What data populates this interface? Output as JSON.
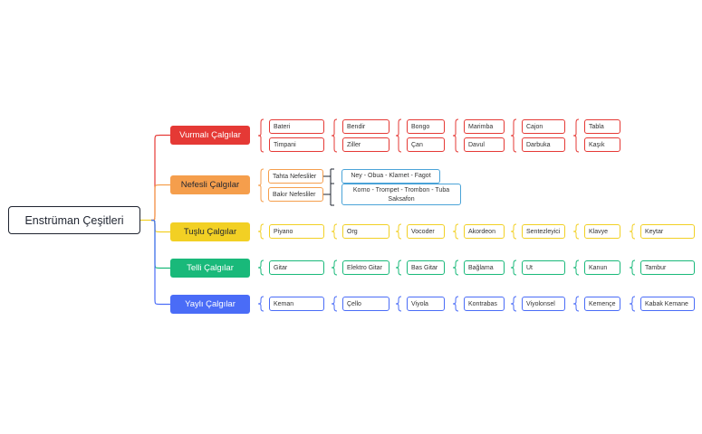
{
  "root": {
    "label": "Enstrüman Çeşitleri"
  },
  "colors": {
    "vurmali": "#e53935",
    "nefesli": "#f59e4c",
    "tuslu": "#f2d024",
    "telli": "#19b97a",
    "yayli": "#4a6cf7",
    "nefesli_sub": "#4aa3d8",
    "nefesli_bracket": "#1f2430"
  },
  "categories": [
    {
      "key": "vurmali",
      "label": "Vurmalı Çalgılar",
      "rows": [
        [
          "Bateri",
          "Bendir",
          "Bongo",
          "Marimba",
          "Cajon",
          "Tabla"
        ],
        [
          "Timpani",
          "Ziller",
          "Çan",
          "Davul",
          "Darbuka",
          "Kaşık"
        ]
      ]
    },
    {
      "key": "nefesli",
      "label": "Nefesli Çalgılar",
      "subs": [
        {
          "label": "Tahta Nefesliler",
          "items": "Ney - Obua - Klarnet - Fagot"
        },
        {
          "label": "Bakır Nefesliler",
          "items": "Korno - Trompet - Trombon - Tuba Saksafon"
        }
      ]
    },
    {
      "key": "tuslu",
      "label": "Tuşlu Çalgılar",
      "rows": [
        [
          "Piyano",
          "Org",
          "Vocoder",
          "Akordeon",
          "Sentezleyici",
          "Klavye",
          "Keytar"
        ]
      ]
    },
    {
      "key": "telli",
      "label": "Telli Çalgılar",
      "rows": [
        [
          "Gitar",
          "Elektro Gitar",
          "Bas Gitar",
          "Bağlama",
          "Ut",
          "Kanun",
          "Tambur"
        ]
      ]
    },
    {
      "key": "yayli",
      "label": "Yaylı Çalgılar",
      "rows": [
        [
          "Keman",
          "Çello",
          "Viyola",
          "Kontrabas",
          "Viyolonsel",
          "Kemençe",
          "Kabak Kemane"
        ]
      ]
    }
  ]
}
